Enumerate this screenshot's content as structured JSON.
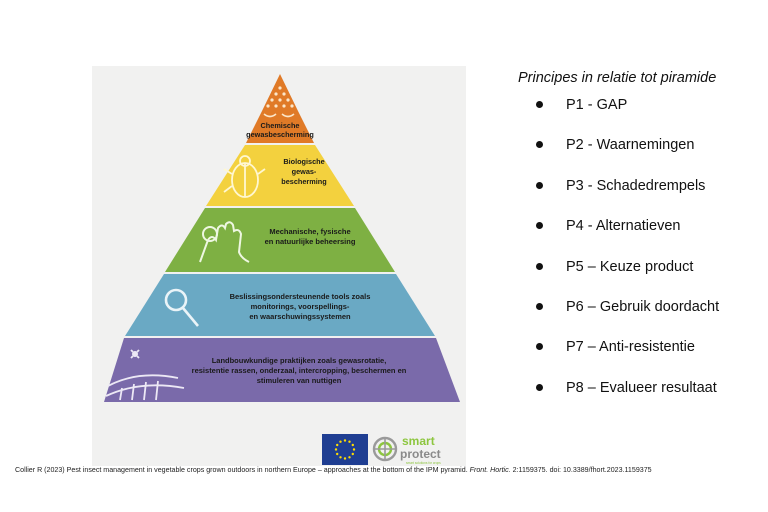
{
  "pyramid": {
    "tiers": [
      {
        "lines": [
          "Chemische",
          "gewasbescherming"
        ],
        "color": "#e07a27",
        "icon": "spray-droplets-icon"
      },
      {
        "lines": [
          "Biologische",
          "gewas-",
          "bescherming"
        ],
        "color": "#f3d13e",
        "icon": "ladybug-icon"
      },
      {
        "lines": [
          "Mechanische, fysische",
          "en natuurlijke beheersing"
        ],
        "color": "#7eb043",
        "icon": "gloved-hand-icon"
      },
      {
        "lines": [
          "Beslissingsondersteunende tools zoals",
          "monitorings, voorspellings-",
          "en waarschuwingssystemen"
        ],
        "color": "#6aa9c4",
        "icon": "magnifier-icon"
      },
      {
        "lines": [
          "Landbouwkundige praktijken zoals gewasrotatie,",
          "resistentie rassen, onderzaal, intercropping, beschermen en",
          "stimuleren van nuttigen"
        ],
        "color": "#7a6aaa",
        "icon": "field-sun-icon"
      }
    ]
  },
  "legend": {
    "title": "Principes in relatie tot piramide",
    "items": [
      "P1 - GAP",
      "P2 - Waarnemingen",
      "P3 - Schadedrempels",
      "P4 - Alternatieven",
      "P5 – Keuze product",
      "P6 – Gebruik doordacht",
      "P7 – Anti-resistentie",
      "P8 – Evalueer resultaat"
    ]
  },
  "citation": {
    "text": "Collier R (2023) Pest insect management in vegetable crops grown outdoors in northern Europe – approaches at the bottom of the IPM pyramid. ",
    "journal": "Front. Hortic.",
    "details": " 2:1159375. doi: 10.3389/fhort.2023.1159375"
  },
  "logos": {
    "smart_text": "smart",
    "protect_text": "protect",
    "tagline": "smart solutions for crops",
    "eu_color": "#1f3e92",
    "smart_green": "#8dc63f"
  }
}
